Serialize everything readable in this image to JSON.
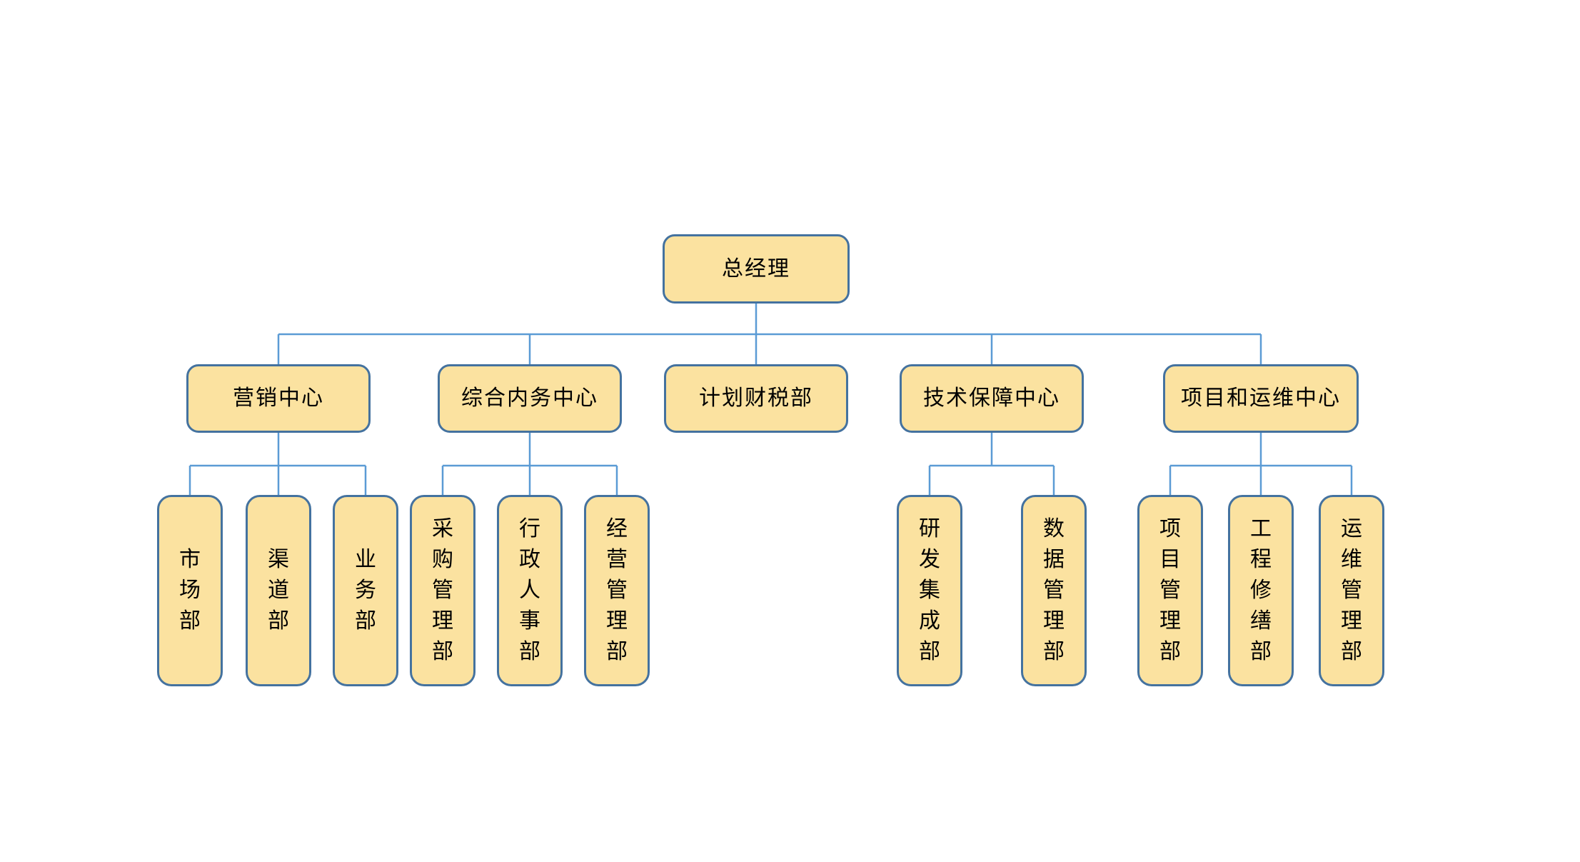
{
  "diagram": {
    "type": "org-chart",
    "root": {
      "label": "总经理"
    },
    "branches": [
      {
        "label": "营销中心",
        "children": [
          {
            "label": "市场部"
          },
          {
            "label": "渠道部"
          },
          {
            "label": "业务部"
          }
        ]
      },
      {
        "label": "综合内务中心",
        "children": [
          {
            "label": "采购管理部"
          },
          {
            "label": "行政人事部"
          },
          {
            "label": "经营管理部"
          }
        ]
      },
      {
        "label": "计划财税部",
        "children": []
      },
      {
        "label": "技术保障中心",
        "children": [
          {
            "label": "研发集成部"
          },
          {
            "label": "数据管理部"
          }
        ]
      },
      {
        "label": "项目和运维中心",
        "children": [
          {
            "label": "项目管理部"
          },
          {
            "label": "工程修缮部"
          },
          {
            "label": "运维管理部"
          }
        ]
      }
    ],
    "colors": {
      "node_fill": "#FBE2A0",
      "node_border": "#44729F",
      "connector": "#5B9BD5",
      "text": "#000000",
      "background": "#FFFFFF"
    }
  }
}
